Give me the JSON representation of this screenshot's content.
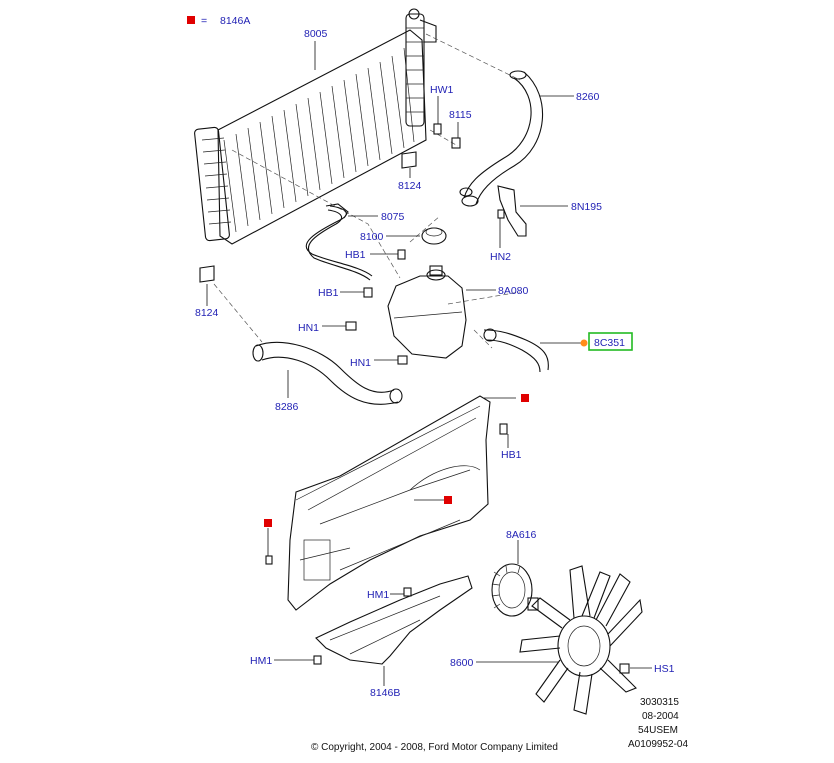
{
  "legend": {
    "marker_color": "#e00000",
    "equals": "=",
    "part": "8146A"
  },
  "labels": {
    "p8005": "8005",
    "p8260": "8260",
    "hw1": "HW1",
    "p8115": "8115",
    "p8124_top": "8124",
    "p8n195": "8N195",
    "p8075": "8075",
    "p8100": "8100",
    "hn2": "HN2",
    "hb1_a": "HB1",
    "hb1_b": "HB1",
    "p8a080": "8A080",
    "p8124_left": "8124",
    "hn1_a": "HN1",
    "p8c351": "8C351",
    "hn1_b": "HN1",
    "p8286": "8286",
    "hb1_c": "HB1",
    "p8a616": "8A616",
    "hm1_a": "HM1",
    "p8600": "8600",
    "hs1": "HS1",
    "hm1_b": "HM1",
    "p8146b": "8146B"
  },
  "highlight": {
    "box_color": "#22bb22",
    "dot_color": "#ff8c1a"
  },
  "meta_block": [
    "3030315",
    "08-2004",
    "54USEM",
    "A0109952-04"
  ],
  "copyright": "© Copyright, 2004 - 2008, Ford Motor Company Limited"
}
